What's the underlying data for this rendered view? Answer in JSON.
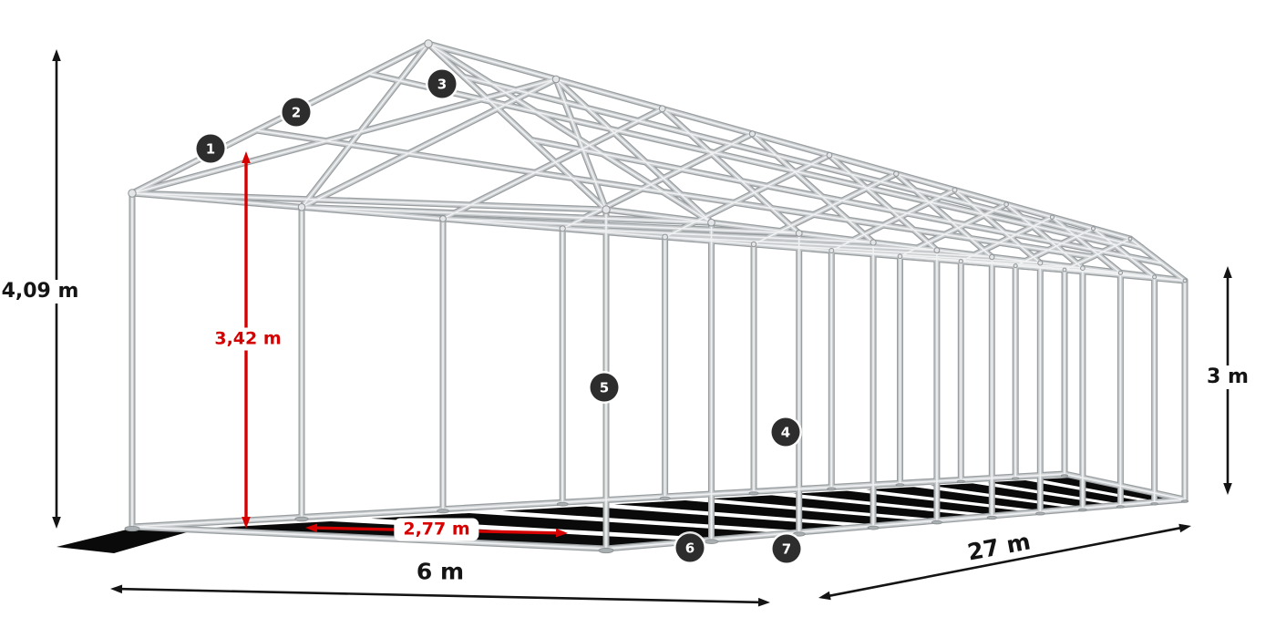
{
  "diagram": {
    "dimensions": {
      "total_height": "4,09 m",
      "inner_height": "3,42 m",
      "pole_spacing": "2,77 m",
      "width": "6 m",
      "length": "27 m",
      "side_height": "3 m"
    },
    "markers": [
      {
        "label": "1"
      },
      {
        "label": "2"
      },
      {
        "label": "3"
      },
      {
        "label": "4"
      },
      {
        "label": "5"
      },
      {
        "label": "6"
      },
      {
        "label": "7"
      }
    ],
    "colors": {
      "dimension_red": "#d60000",
      "dimension_black": "#141414",
      "marker_background": "#2d2d2d",
      "frame_steel": "#c9ccce",
      "shadow": "#0a0a0a"
    }
  }
}
